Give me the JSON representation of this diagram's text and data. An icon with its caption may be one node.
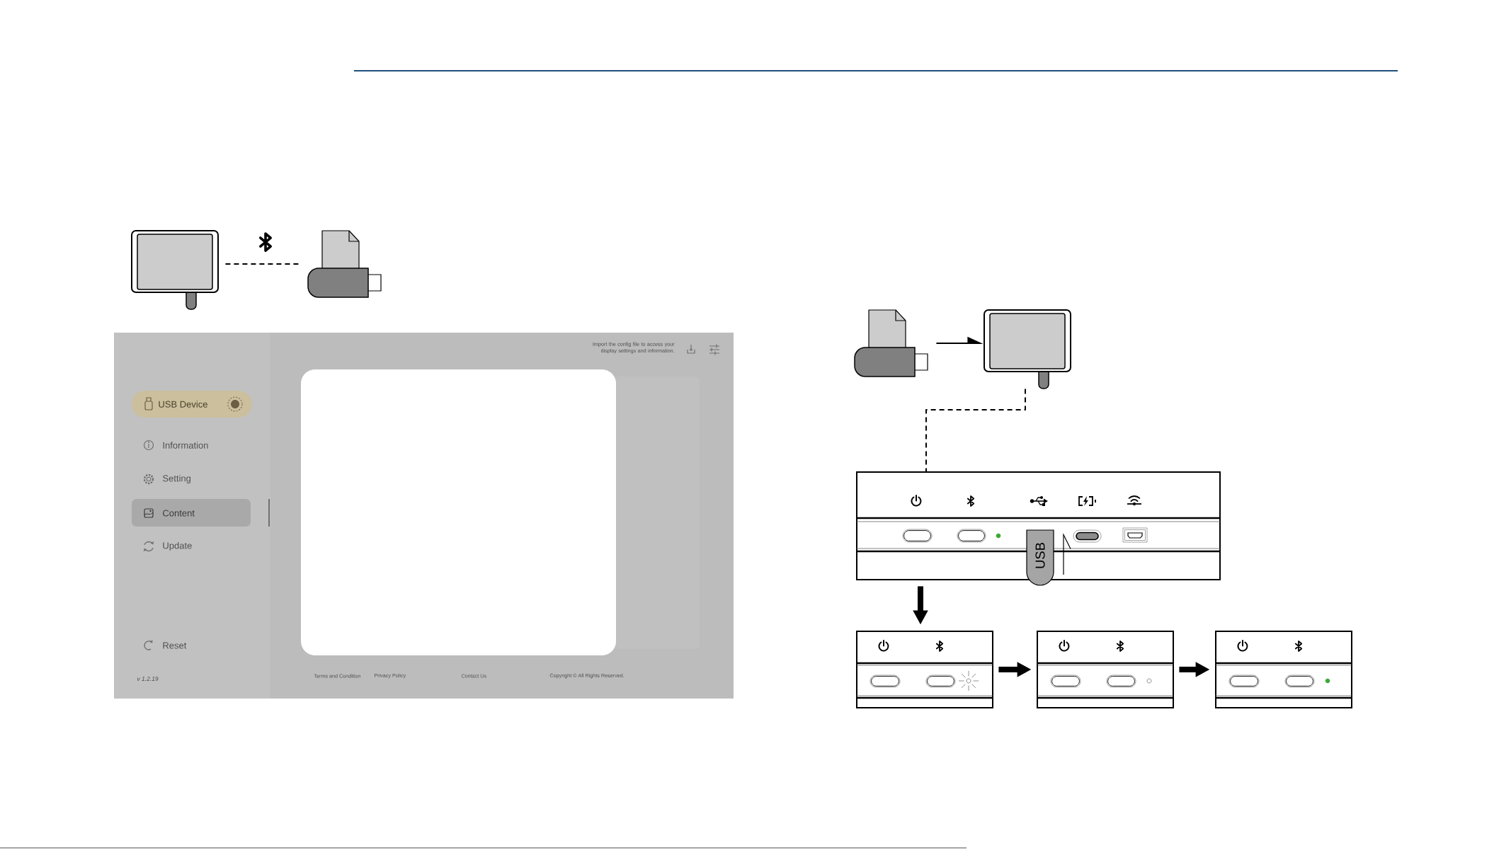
{
  "diagram": {
    "nodes": [
      {
        "text": [],
        "shape": "picture"
      },
      {
        "text": [],
        "shape": "picture"
      },
      {
        "text": [],
        "shape": "picture"
      },
      {
        "text": [],
        "shape": "picture"
      },
      {
        "text": [],
        "shape": "picture"
      },
      {
        "text": [
          "USB"
        ]
      },
      {
        "text": [],
        "shape": "picture"
      },
      {
        "text": [],
        "shape": "picture"
      },
      {
        "text": [],
        "shape": "picture"
      }
    ],
    "edges": [
      {
        "from": 0,
        "to": 1,
        "arrow": "none",
        "style": "dashed"
      },
      {
        "from": 2,
        "to": 3,
        "arrow": "to"
      },
      {
        "from": 3,
        "to": 4,
        "arrow": "none",
        "style": "dashed"
      },
      {
        "from": 4,
        "to": 6,
        "arrow": "to",
        "style": "thick"
      },
      {
        "from": 6,
        "to": 7,
        "arrow": "to",
        "style": "thick"
      },
      {
        "from": 7,
        "to": 8,
        "arrow": "to",
        "style": "thick"
      }
    ],
    "labels": [
      "Import the config file to access your display settings and information.",
      "USB Device",
      "Information",
      "Setting",
      "Content",
      "Update",
      "Reset",
      "v 1.2.19",
      "Terms and Condition",
      "Privacy Policy",
      "Contact Us",
      "Copyright © All Rights Reserved."
    ]
  }
}
